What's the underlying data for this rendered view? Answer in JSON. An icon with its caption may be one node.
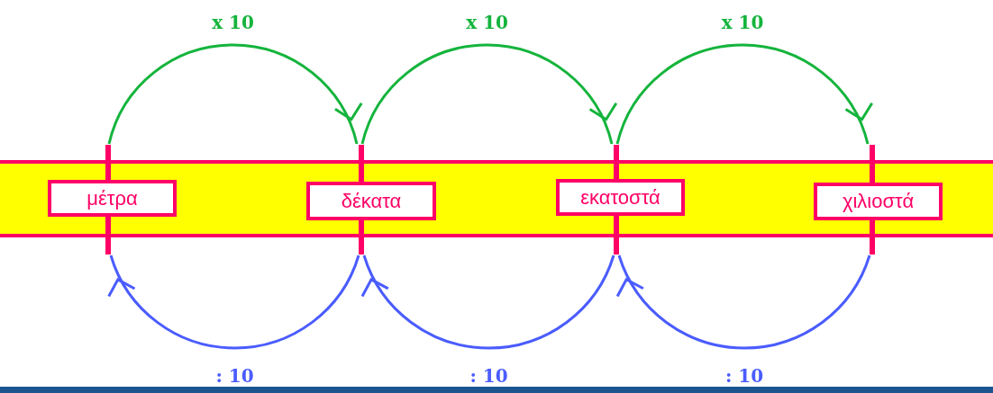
{
  "diagram": {
    "nodes": [
      {
        "text": [],
        "shape": "band"
      },
      {
        "text": [
          "μέτρα"
        ],
        "in": 0
      },
      {
        "text": [
          "δέκατα"
        ],
        "in": 0
      },
      {
        "text": [
          "εκατοστά"
        ],
        "in": 0
      },
      {
        "text": [
          "χιλιοστά"
        ],
        "in": 0
      },
      {
        "text": [],
        "shape": "bar"
      },
      {
        "text": [],
        "shape": "bar"
      },
      {
        "text": [],
        "shape": "bar"
      },
      {
        "text": [],
        "shape": "bar"
      }
    ],
    "edges": [
      {
        "from": 5,
        "to": 6,
        "arrow": "to",
        "label": "x 10",
        "color": "#14b43c"
      },
      {
        "from": 6,
        "to": 7,
        "arrow": "to",
        "label": "x 10",
        "color": "#14b43c"
      },
      {
        "from": 7,
        "to": 8,
        "arrow": "to",
        "label": "x 10",
        "color": "#14b43c"
      },
      {
        "from": 6,
        "to": 5,
        "arrow": "to",
        "label": ": 10",
        "color": "#4a5cff"
      },
      {
        "from": 7,
        "to": 6,
        "arrow": "to",
        "label": ": 10",
        "color": "#4a5cff"
      },
      {
        "from": 8,
        "to": 7,
        "arrow": "to",
        "label": ": 10",
        "color": "#4a5cff"
      }
    ]
  }
}
